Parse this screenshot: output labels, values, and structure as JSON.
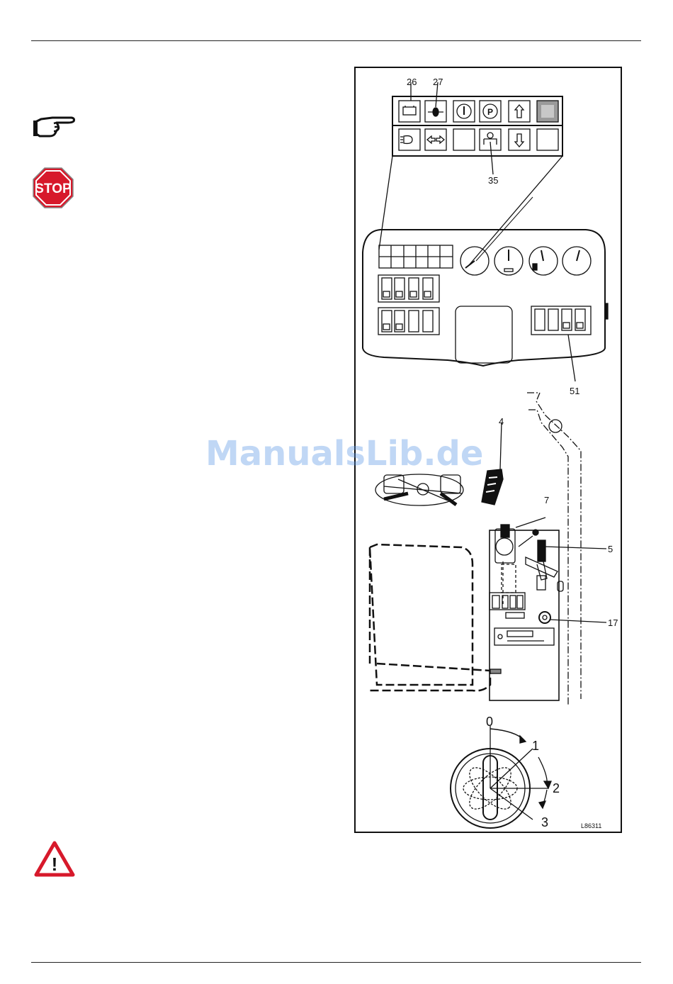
{
  "watermark": "ManualsLib.de",
  "icons": {
    "note": "pointing-hand-icon",
    "stop": "stop-sign-icon",
    "warning": "warning-triangle-icon",
    "stop_text": "STOP",
    "warning_text": "!"
  },
  "figure": {
    "callouts": {
      "c26": "26",
      "c27": "27",
      "c35": "35",
      "c51": "51",
      "c4": "4",
      "c7": "7",
      "c5": "5",
      "c17": "17"
    },
    "key_positions": {
      "p0": "0",
      "p1": "1",
      "p2": "2",
      "p3": "3"
    },
    "code": "L86311"
  },
  "colors": {
    "stop_red": "#d7192b",
    "warning_red": "#d7192b",
    "watermark": "#5a96e6"
  }
}
